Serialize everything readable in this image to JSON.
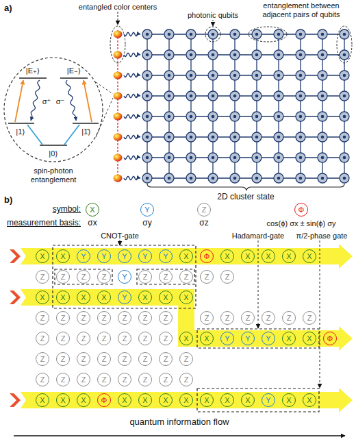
{
  "diagram": {
    "nodes": [
      {
        "text": [
          "X"
        ]
      },
      {
        "text": [
          "Y"
        ]
      },
      {
        "text": [
          "Z"
        ]
      },
      {
        "text": [
          "Φ"
        ]
      },
      {
        "text": [
          "X"
        ]
      },
      {
        "text": [
          "X"
        ]
      },
      {
        "text": [
          "Y"
        ]
      },
      {
        "text": [
          "Y"
        ]
      },
      {
        "text": [
          "Y"
        ]
      },
      {
        "text": [
          "Y"
        ]
      },
      {
        "text": [
          "Y"
        ]
      },
      {
        "text": [
          "X"
        ]
      },
      {
        "text": [
          "Φ"
        ]
      },
      {
        "text": [
          "X"
        ]
      },
      {
        "text": [
          "X"
        ]
      },
      {
        "text": [
          "X"
        ]
      },
      {
        "text": [
          "X"
        ]
      },
      {
        "text": [
          "X"
        ]
      },
      {
        "text": [
          "Z"
        ]
      },
      {
        "text": [
          "Z"
        ]
      },
      {
        "text": [
          "Z"
        ]
      },
      {
        "text": [
          "Z"
        ]
      },
      {
        "text": [
          "Y"
        ]
      },
      {
        "text": [
          "Z"
        ]
      },
      {
        "text": [
          "Z"
        ]
      },
      {
        "text": [
          "Z"
        ]
      },
      {
        "text": [
          "Z"
        ]
      },
      {
        "text": [
          "Z"
        ]
      },
      {
        "text": [
          "X"
        ]
      },
      {
        "text": [
          "X"
        ]
      },
      {
        "text": [
          "X"
        ]
      },
      {
        "text": [
          "X"
        ]
      },
      {
        "text": [
          "Y"
        ]
      },
      {
        "text": [
          "X"
        ]
      },
      {
        "text": [
          "X"
        ]
      },
      {
        "text": [
          "X"
        ]
      },
      {
        "text": [
          "Z"
        ]
      },
      {
        "text": [
          "Z"
        ]
      },
      {
        "text": [
          "Z"
        ]
      },
      {
        "text": [
          "Z"
        ]
      },
      {
        "text": [
          "Z"
        ]
      },
      {
        "text": [
          "Z"
        ]
      },
      {
        "text": [
          "Z"
        ]
      },
      {
        "text": [
          "Z"
        ]
      },
      {
        "text": [
          "Z"
        ]
      },
      {
        "text": [
          "Z"
        ]
      },
      {
        "text": [
          "Z"
        ]
      },
      {
        "text": [
          "Z"
        ]
      },
      {
        "text": [
          "Z"
        ]
      },
      {
        "text": [
          "Z"
        ]
      },
      {
        "text": [
          "Z"
        ]
      },
      {
        "text": [
          "Z"
        ]
      },
      {
        "text": [
          "Z"
        ]
      },
      {
        "text": [
          "Z"
        ]
      },
      {
        "text": [
          "Z"
        ]
      },
      {
        "text": [
          "Z"
        ]
      },
      {
        "text": [
          "X"
        ]
      },
      {
        "text": [
          "X"
        ]
      },
      {
        "text": [
          "Y"
        ]
      },
      {
        "text": [
          "Y"
        ]
      },
      {
        "text": [
          "Y"
        ]
      },
      {
        "text": [
          "X"
        ]
      },
      {
        "text": [
          "X"
        ]
      },
      {
        "text": [
          "Φ"
        ]
      },
      {
        "text": [
          "Z"
        ]
      },
      {
        "text": [
          "Z"
        ]
      },
      {
        "text": [
          "Z"
        ]
      },
      {
        "text": [
          "Z"
        ]
      },
      {
        "text": [
          "Z"
        ]
      },
      {
        "text": [
          "Z"
        ]
      },
      {
        "text": [
          "Z"
        ]
      },
      {
        "text": [
          "Z"
        ]
      },
      {
        "text": [
          "Z"
        ]
      },
      {
        "text": [
          "Z"
        ]
      },
      {
        "text": [
          "Z"
        ]
      },
      {
        "text": [
          "Z"
        ]
      },
      {
        "text": [
          "Z"
        ]
      },
      {
        "text": [
          "Z"
        ]
      },
      {
        "text": [
          "Z"
        ]
      },
      {
        "text": [
          "Z"
        ]
      },
      {
        "text": [
          "X"
        ]
      },
      {
        "text": [
          "X"
        ]
      },
      {
        "text": [
          "X"
        ]
      },
      {
        "text": [
          "Φ"
        ]
      },
      {
        "text": [
          "X"
        ]
      },
      {
        "text": [
          "X"
        ]
      },
      {
        "text": [
          "X"
        ]
      },
      {
        "text": [
          "X"
        ]
      },
      {
        "text": [
          "X"
        ]
      },
      {
        "text": [
          "X"
        ]
      },
      {
        "text": [
          "X"
        ]
      },
      {
        "text": [
          "Y"
        ]
      },
      {
        "text": [
          "X"
        ]
      },
      {
        "text": [
          "X"
        ]
      }
    ],
    "labels": [
      "a)",
      "entangled color centers",
      "photonic qubits",
      "entanglement between adjacent pairs of qubits",
      "spin-photon entanglement",
      "|E₊⟩",
      "|E₋⟩",
      "σ⁺",
      "σ⁻",
      "|1⟩",
      "|1̄⟩",
      "|0⟩",
      "2D cluster state",
      "b)",
      "symbol:",
      "measurement basis:",
      "σx",
      "σy",
      "σz",
      "cos(ϕ) σx ± sin(ϕ) σy",
      "CNOT-gate",
      "Hadamard-gate",
      "π/2-phase gate",
      "quantum information flow"
    ]
  }
}
